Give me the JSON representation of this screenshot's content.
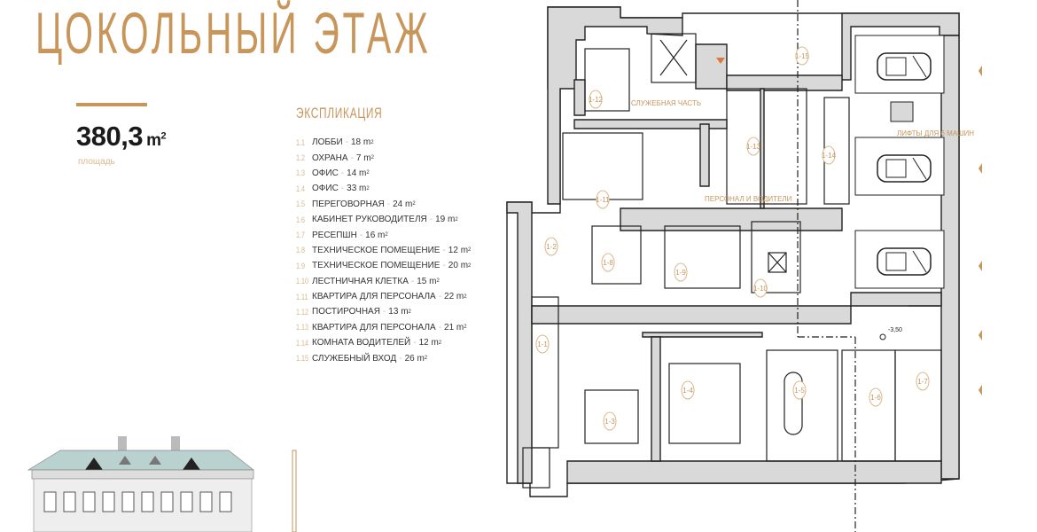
{
  "title": "ЦОКОЛЬНЫЙ ЭТАЖ",
  "area": {
    "value": "380,3",
    "unit": "m",
    "unit_sup": "2",
    "label": "площадь"
  },
  "legend": {
    "title": "ЭКСПЛИКАЦИЯ",
    "items": [
      {
        "num": "1.1",
        "name": "ЛОББИ",
        "area": "18 m",
        "sup": "2"
      },
      {
        "num": "1.2",
        "name": "ОХРАНА",
        "area": "7 m",
        "sup": "2"
      },
      {
        "num": "1.3",
        "name": "ОФИС",
        "area": "14 m",
        "sup": "2"
      },
      {
        "num": "1.4",
        "name": "ОФИС",
        "area": "33 m",
        "sup": "2"
      },
      {
        "num": "1.5",
        "name": "ПЕРЕГОВОРНАЯ",
        "area": "24 m",
        "sup": "2"
      },
      {
        "num": "1.6",
        "name": "КАБИНЕТ РУКОВОДИТЕЛЯ",
        "area": "19 m",
        "sup": "2"
      },
      {
        "num": "1.7",
        "name": "РЕСЕПШН",
        "area": "16 m",
        "sup": "2"
      },
      {
        "num": "1.8",
        "name": "ТЕХНИЧЕСКОЕ ПОМЕЩЕНИЕ",
        "area": "12 m",
        "sup": "2"
      },
      {
        "num": "1.9",
        "name": "ТЕХНИЧЕСКОЕ ПОМЕЩЕНИЕ",
        "area": "20 m",
        "sup": "2"
      },
      {
        "num": "1.10",
        "name": "ЛЕСТНИЧНАЯ КЛЕТКА",
        "area": "15 m",
        "sup": "2"
      },
      {
        "num": "1.11",
        "name": "КВАРТИРА ДЛЯ ПЕРСОНАЛА",
        "area": "22 m",
        "sup": "2"
      },
      {
        "num": "1.12",
        "name": "ПОСТИРОЧНАЯ",
        "area": "13 m",
        "sup": "2"
      },
      {
        "num": "1.13",
        "name": "КВАРТИРА ДЛЯ ПЕРСОНАЛА",
        "area": "21 m",
        "sup": "2"
      },
      {
        "num": "1.14",
        "name": "КОМНАТА ВОДИТЕЛЕЙ",
        "area": "12 m",
        "sup": "2"
      },
      {
        "num": "1.15",
        "name": "СЛУЖЕБНЫЙ ВХОД",
        "area": "26 m",
        "sup": "2"
      }
    ]
  },
  "plan": {
    "zones": {
      "service": "СЛУЖЕБНАЯ ЧАСТЬ",
      "lifts": "ЛИФТЫ ДЛЯ 6 МАШИН",
      "staff": "ПЕРСОНАЛ И ВОДИТЕЛИ"
    },
    "level_mark": "-3,50",
    "rooms": [
      "1-1",
      "1-2",
      "1-3",
      "1-4",
      "1-5",
      "1-6",
      "1-7",
      "1-8",
      "1-9",
      "1-10",
      "1-11",
      "1-12",
      "1-13",
      "1-14",
      "1-15"
    ]
  },
  "colors": {
    "accent": "#c8965a",
    "wall": "#d9d9d9",
    "line": "#222222"
  }
}
